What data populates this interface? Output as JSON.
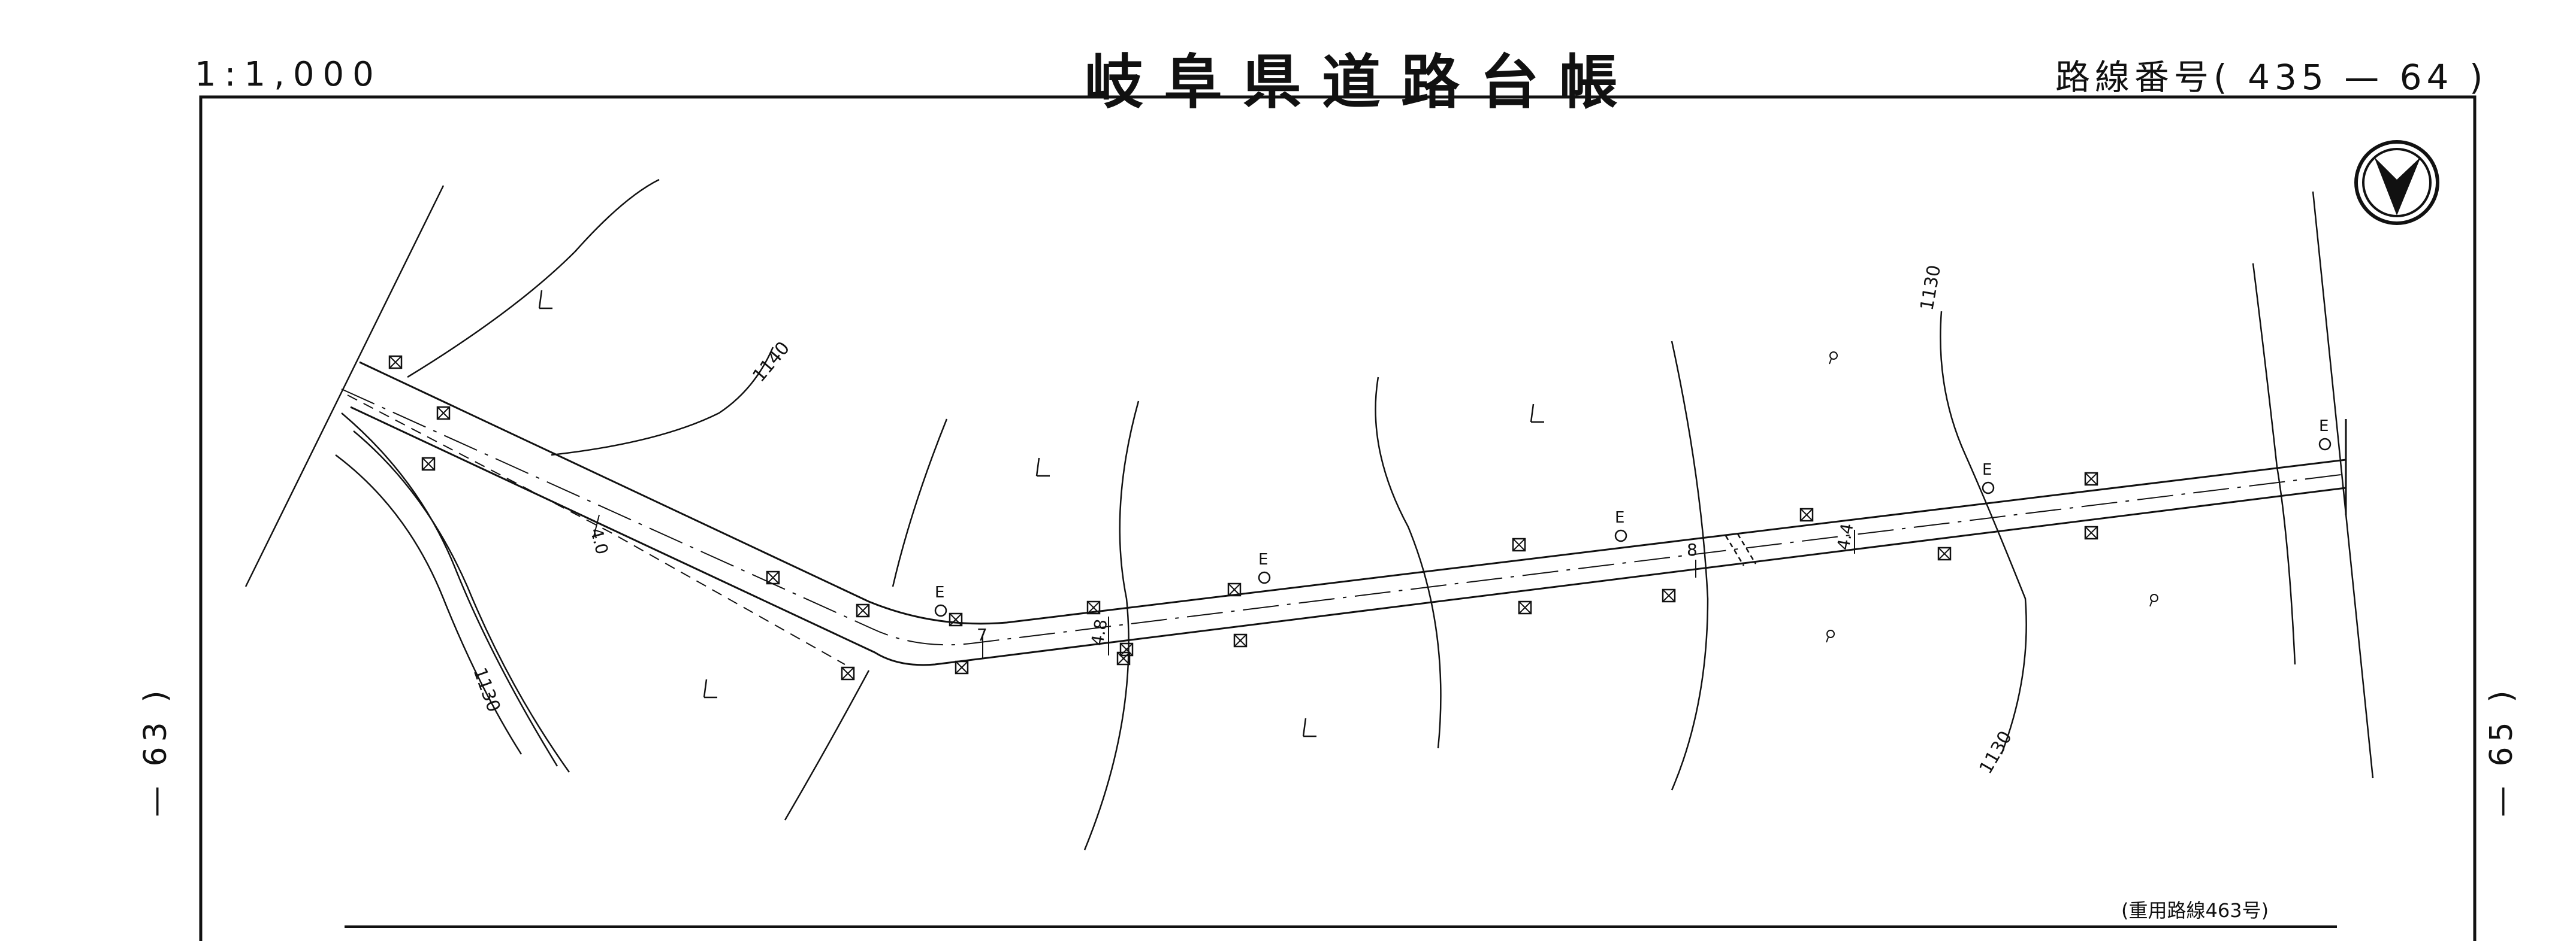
{
  "header": {
    "scale": "1:1,000",
    "title": "岐阜県道路台帳",
    "route_number": "路線番号( 435 — 64 )"
  },
  "side_labels": {
    "left": "— 63 )",
    "right": "— 65 )"
  },
  "map": {
    "contour_labels": [
      "1140",
      "1130",
      "1130",
      "1130"
    ],
    "width_labels": [
      "4.0",
      "7",
      "4.8",
      "8",
      "4.4"
    ],
    "overlap_note": "(重用路線463号)",
    "pole_letter": "E"
  }
}
